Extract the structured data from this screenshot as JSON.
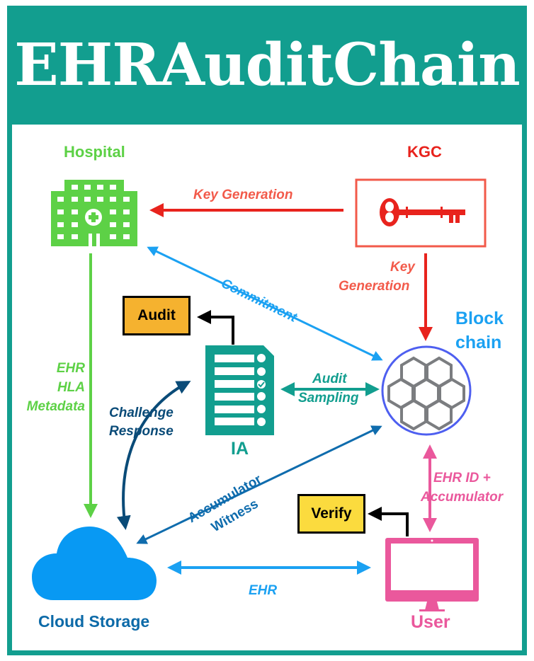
{
  "title": "EHRAuditChain",
  "colors": {
    "frame": "#129e8f",
    "hospital": "#5dd146",
    "kgc": "#e8231d",
    "kgc_label": "#f25a4a",
    "blockchain": "#1ba1f2",
    "blockchain_ring": "#4e5ff0",
    "ia": "#129e8f",
    "cloud": "#0899f3",
    "cloud_label": "#0c6aa8",
    "user": "#ea589c",
    "challenge": "#0a4b78",
    "accumulator": "#0f6cad",
    "audit_box": "#f5b22f",
    "verify_box": "#fbdb3e"
  },
  "nodes": {
    "hospital": {
      "label": "Hospital",
      "icon": "hospital-building-icon"
    },
    "kgc": {
      "label": "KGC",
      "icon": "key-icon"
    },
    "blockchain": {
      "label_line1": "Block",
      "label_line2": "chain",
      "icon": "hexagon-cluster-icon"
    },
    "ia": {
      "label": "IA",
      "icon": "checklist-document-icon"
    },
    "cloud": {
      "label": "Cloud Storage",
      "icon": "cloud-icon"
    },
    "user": {
      "label": "User",
      "icon": "monitor-icon"
    }
  },
  "boxes": {
    "audit": "Audit",
    "verify": "Verify"
  },
  "edges": {
    "kgc_to_hospital": "Key Generation",
    "kgc_to_blockchain_line1": "Key",
    "kgc_to_blockchain_line2": "Generation",
    "commitment": "Commitment",
    "hospital_to_cloud_line1": "EHR",
    "hospital_to_cloud_line2": "HLA",
    "hospital_to_cloud_line3": "Metadata",
    "challenge_line1": "Challenge",
    "challenge_line2": "Response",
    "audit_sampling_line1": "Audit",
    "audit_sampling_line2": "Sampling",
    "accumulator_line1": "Accumulator",
    "accumulator_line2": "Witness",
    "user_blockchain_line1": "EHR ID +",
    "user_blockchain_line2": "Accumulator",
    "cloud_user": "EHR"
  }
}
